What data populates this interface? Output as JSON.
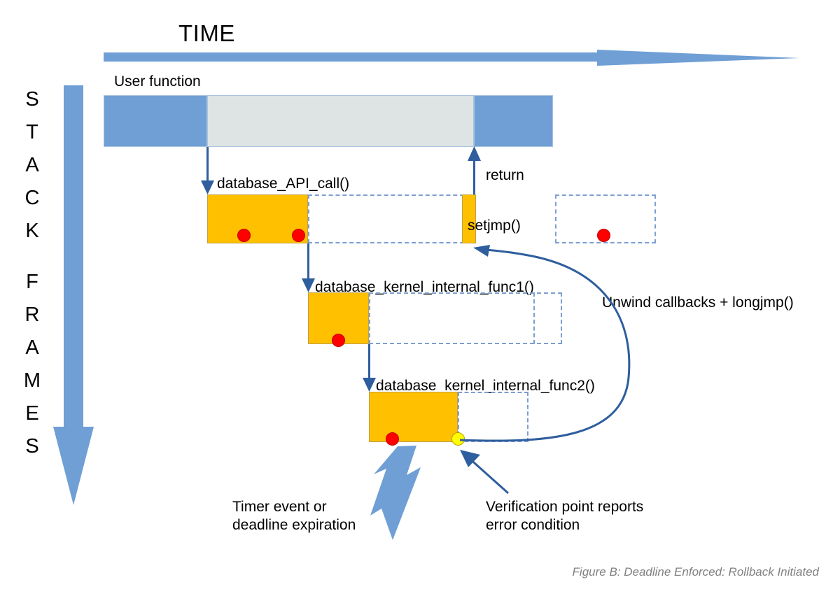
{
  "diagram": {
    "time_axis_title": "TIME",
    "stack_axis_title": "STACK FRAMES",
    "caption": "Figure B: Deadline Enforced: Rollback Initiated",
    "colors": {
      "bar_blue": "#6F9FD4",
      "bar_gray": "#DDE4E3",
      "frame_orange": "#FFC000",
      "dashed_blue": "#7C9FD0",
      "arrow_blue": "#2E5E9E",
      "dot_red": "#FF0000",
      "dot_yellow": "#FFFF00",
      "caption_gray": "#808080"
    }
  },
  "lanes": {
    "user_function": {
      "label": "User function"
    },
    "frame1": {
      "label": "database_API_call()"
    },
    "frame2": {
      "label": "database_kernel_internal_func1()"
    },
    "frame3": {
      "label": "database_kernel_internal_func2()"
    }
  },
  "annotations": {
    "setjmp": "setjmp()",
    "return": "return",
    "unwind": "Unwind callbacks + longjmp()",
    "timer_event": {
      "line1": "Timer event or",
      "line2": "deadline expiration"
    },
    "verification_point": {
      "line1": "Verification point reports",
      "line2": "error condition"
    }
  },
  "stack_axis_chars": [
    "S",
    "T",
    "A",
    "C",
    "K",
    "",
    "F",
    "R",
    "A",
    "M",
    "E",
    "S"
  ]
}
